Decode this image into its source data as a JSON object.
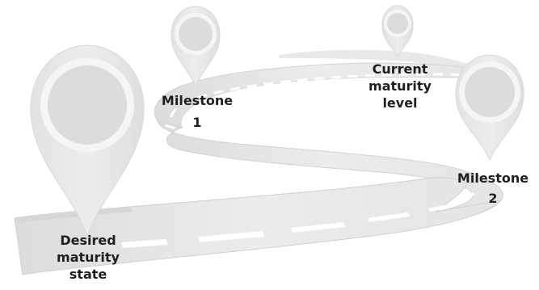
{
  "diagram": {
    "labels": {
      "milestone_1": [
        "Milestone",
        "1"
      ],
      "milestone_2": [
        "Milestone",
        "2"
      ],
      "current_maturity": [
        "Current",
        "maturity",
        "level"
      ],
      "desired_maturity": [
        "Desired",
        "maturity",
        "state"
      ]
    },
    "colors": {
      "road_light": "#efefef",
      "road_mid": "#e3e3e3",
      "road_dark": "#d8d8d8",
      "road_edge": "#cfcfcf",
      "lane_marking": "#ffffff",
      "pin_outer": "#e6e6e6",
      "pin_ring": "#f7f7f7",
      "pin_core": "#dadada",
      "text": "#1f1f1f"
    },
    "icons": [
      "location-pin-icon",
      "road-icon"
    ]
  }
}
